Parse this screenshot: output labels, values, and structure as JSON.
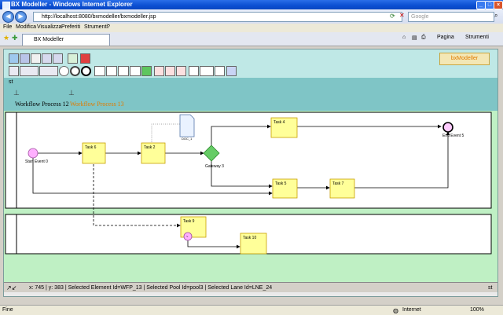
{
  "window": {
    "title": "BX Modeller - Windows Internet Explorer",
    "controls": {
      "minimize": "_",
      "maximize": "□",
      "close": "×"
    }
  },
  "address_bar": {
    "url": "http://localhost:8080/bxmodeller/bxmodeller.jsp",
    "search_placeholder": "Google"
  },
  "menu": [
    "File",
    "Modifica",
    "Visualizza",
    "Preferiti",
    "Strumenti",
    "?"
  ],
  "tab": {
    "label": "BX Modeller"
  },
  "toolbar_right": {
    "page": "Pagina",
    "tools": "Strumenti"
  },
  "app": {
    "logo": "bxModeller",
    "breadcrumb": "st",
    "workflow_active": "Workflow Process 12",
    "workflow_other": "Workflow Process 13",
    "status_prefix": "st",
    "status": {
      "x": "x: 745",
      "y": "y: 383",
      "element": "Selected Element Id=WFP_13",
      "pool": "Selected Pool Id=pool3",
      "lane": "Selected Lane Id=LNE_24"
    }
  },
  "diagram": {
    "nodes": {
      "start": "Start Event 0",
      "task6": "Task 6",
      "task2": "Task 2",
      "data": "DOC_1",
      "gateway": "Gateway 3",
      "task4": "Task 4",
      "end": "End Event 5",
      "task5": "Task 5",
      "task7": "Task 7",
      "task9": "Task 9",
      "task10": "Task 10"
    }
  },
  "browser_status": {
    "left": "Fine",
    "zone": "Internet",
    "zoom": "100%"
  },
  "colors": {
    "task_fill": "#ffff99",
    "task_border": "#c8a000",
    "gateway": "#66cc66",
    "start_event": "#ffb0ff",
    "header_band": "#7fc5c6",
    "app_bg": "#bfe8e6",
    "workflow_other": "#e07b00"
  }
}
